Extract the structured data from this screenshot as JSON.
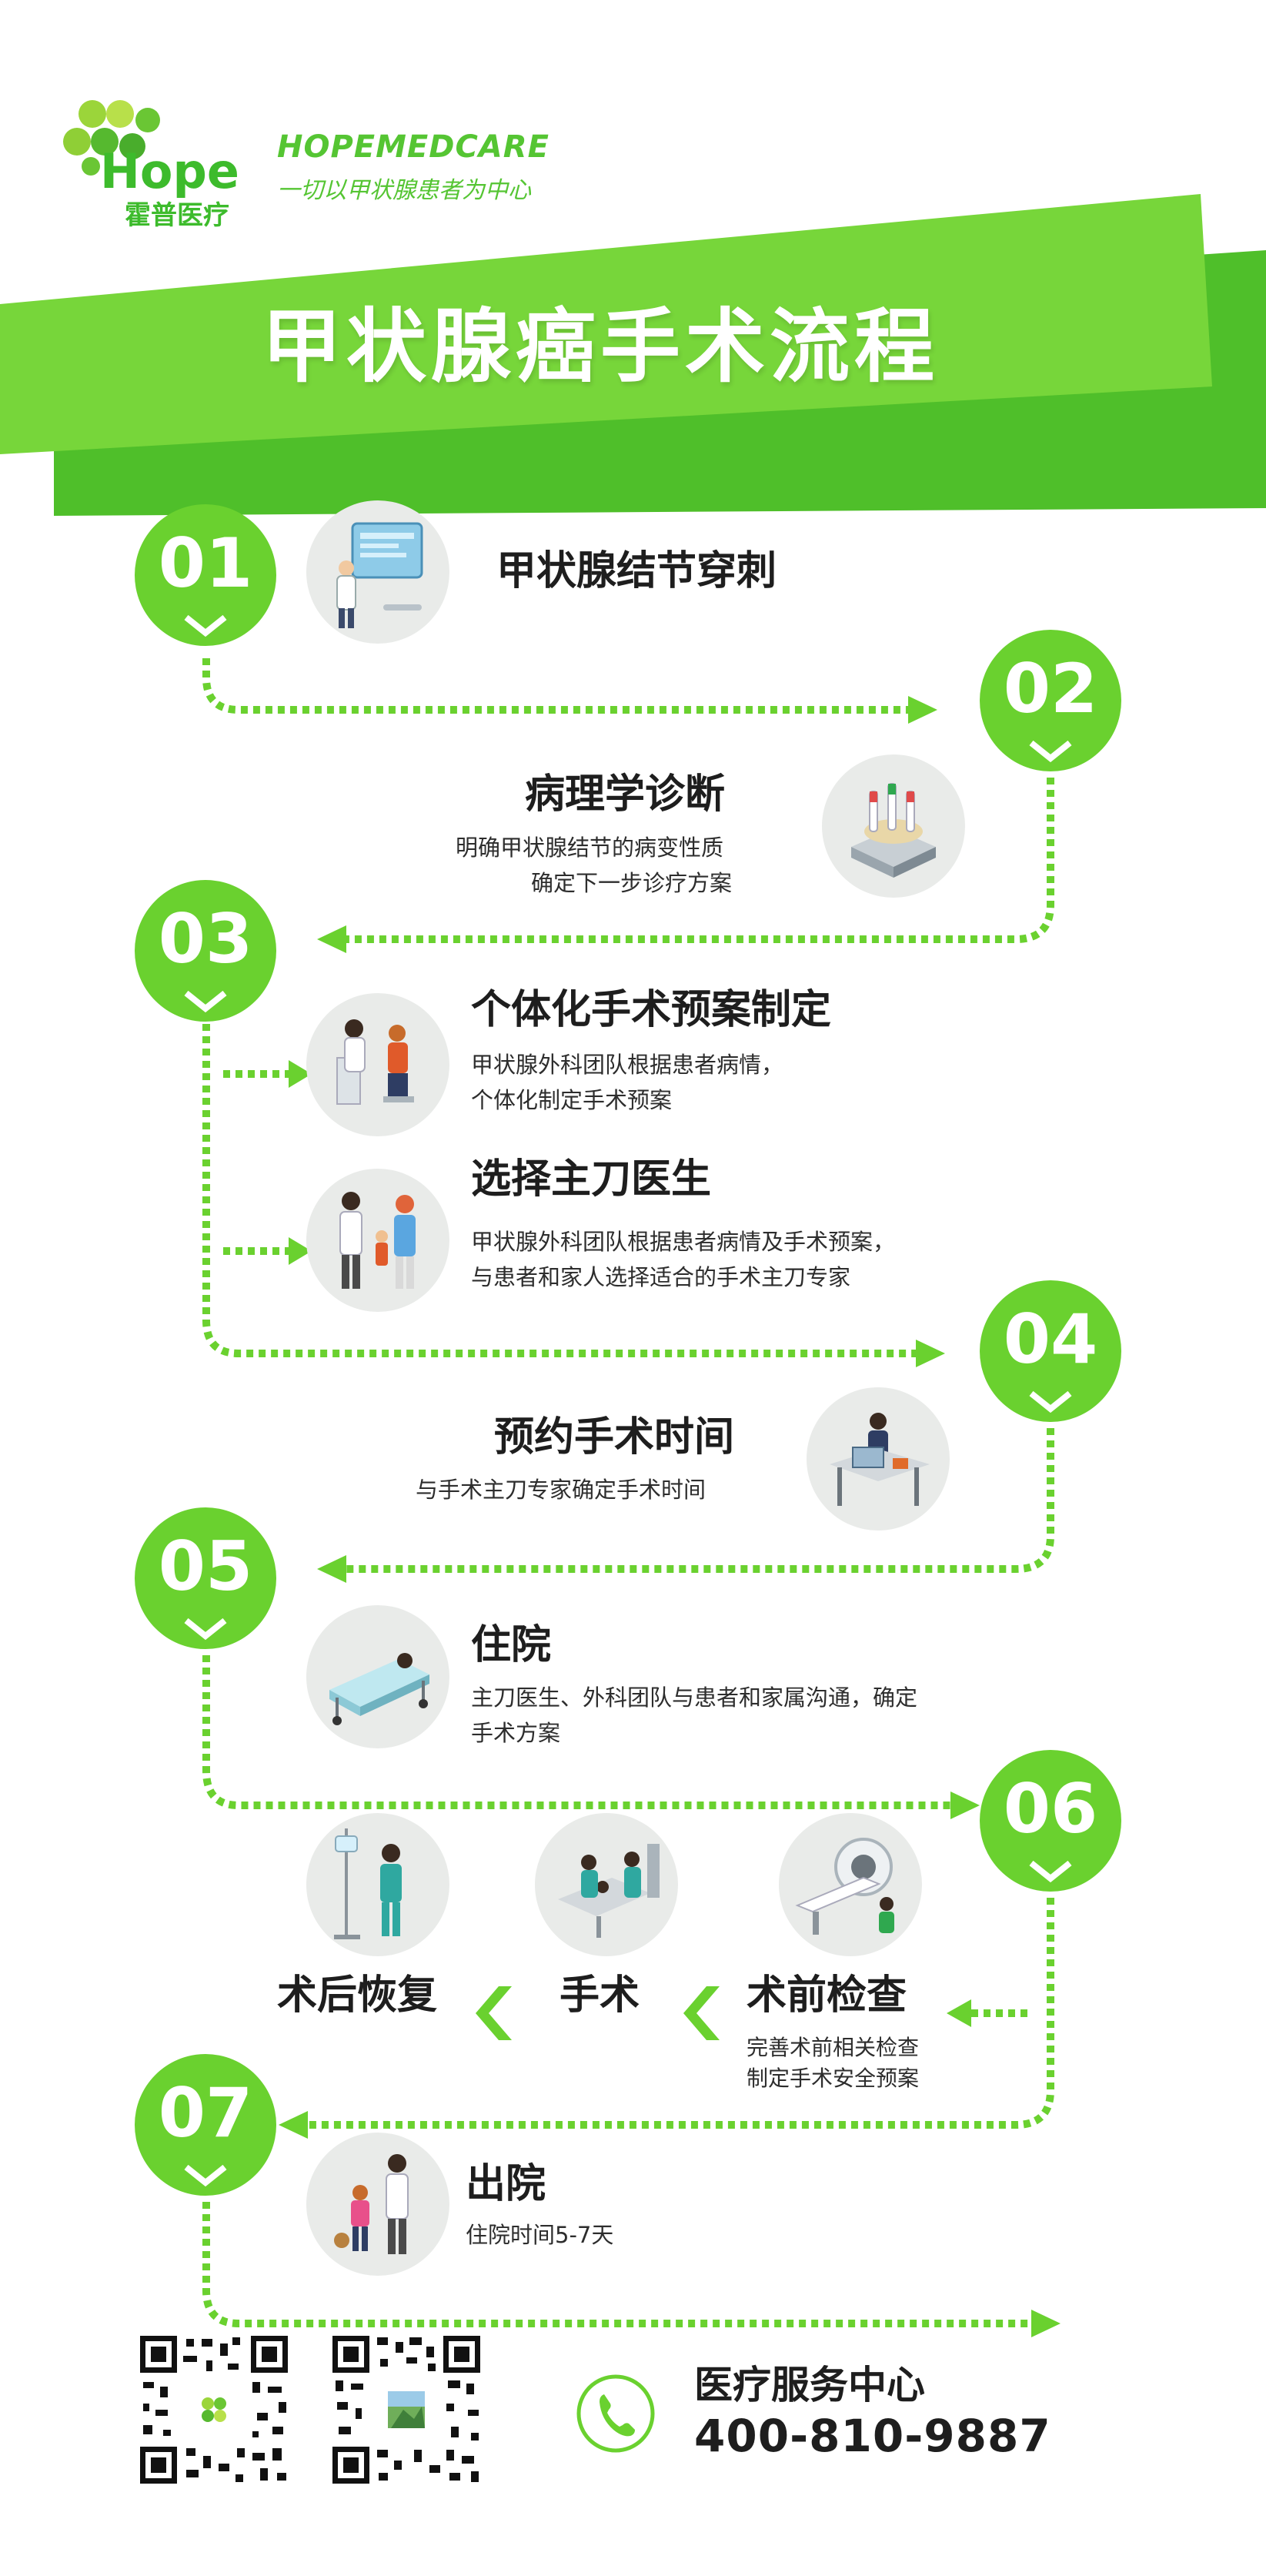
{
  "brand": {
    "logo_word": "Hope",
    "logo_cn": "霍普医疗",
    "name_en": "HOPEMEDCARE",
    "slogan": "一切以甲状腺患者为中心"
  },
  "banner": {
    "title": "甲状腺癌手术流程"
  },
  "colors": {
    "accent": "#6ad12f",
    "accent_dark": "#4fbf2a",
    "text": "#1e1e1e"
  },
  "steps": [
    {
      "num": "01",
      "title": "甲状腺结节穿刺",
      "icon": "doctor-screen-icon"
    },
    {
      "num": "02",
      "title": "病理学诊断",
      "desc": [
        "明确甲状腺结节的病变性质",
        "确定下一步诊疗方案"
      ],
      "icon": "lab-samples-icon"
    },
    {
      "num": "03",
      "items": [
        {
          "title": "个体化手术预案制定",
          "desc": [
            "甲状腺外科团队根据患者病情，",
            "个体化制定手术预案"
          ],
          "icon": "consultation-icon"
        },
        {
          "title": "选择主刀医生",
          "desc": [
            "甲状腺外科团队根据患者病情及手术预案，",
            "与患者和家人选择适合的手术主刀专家"
          ],
          "icon": "doctor-family-icon"
        }
      ]
    },
    {
      "num": "04",
      "title": "预约手术时间",
      "desc": [
        "与手术主刀专家确定手术时间"
      ],
      "icon": "desk-computer-icon"
    },
    {
      "num": "05",
      "title": "住院",
      "desc": [
        "主刀医生、外科团队与患者和家属沟通，确定",
        "手术方案"
      ],
      "icon": "hospital-bed-icon"
    },
    {
      "num": "06",
      "sub": [
        {
          "title": "术前检查",
          "desc": [
            "完善术前相关检查",
            "制定手术安全预案"
          ],
          "icon": "ct-scanner-icon"
        },
        {
          "title": "手术",
          "icon": "operating-room-icon"
        },
        {
          "title": "术后恢复",
          "icon": "recovery-icon"
        }
      ]
    },
    {
      "num": "07",
      "title": "出院",
      "desc": [
        "住院时间5-7天"
      ],
      "icon": "discharge-icon"
    }
  ],
  "contact": {
    "service_label": "医疗服务中心",
    "phone": "400-810-9887",
    "qr_codes": [
      "qr-code-1",
      "qr-code-2"
    ]
  }
}
